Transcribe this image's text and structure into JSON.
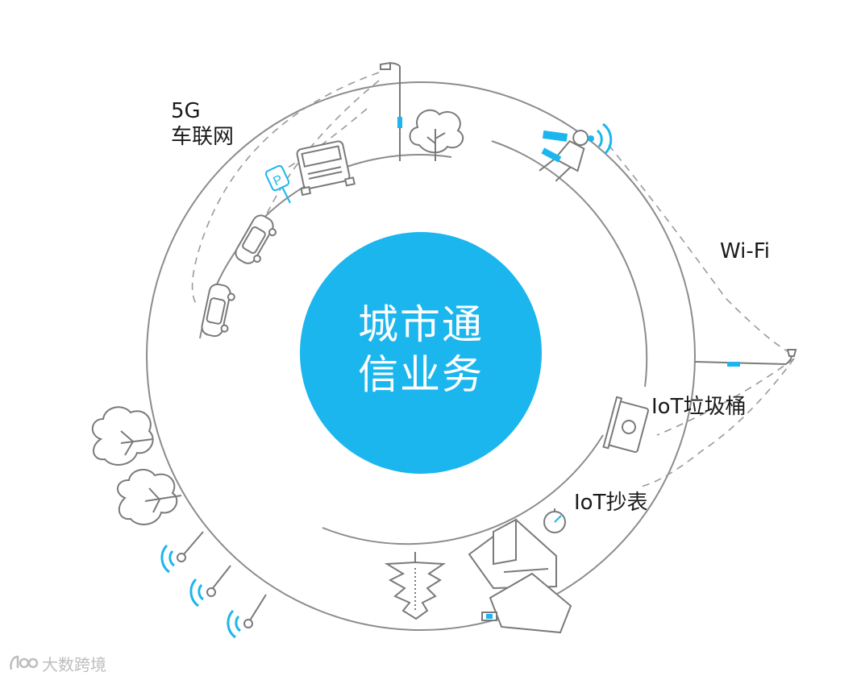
{
  "diagram": {
    "center_title_line1": "城市通",
    "center_title_line2": "信业务",
    "labels": {
      "fiveg_line1": "5G",
      "fiveg_line2": "车联网",
      "wifi": "Wi-Fi",
      "iot_trash": "IoT垃圾桶",
      "iot_meter": "IoT抄表"
    },
    "watermark": "大数跨境",
    "colors": {
      "accent_blue": "#1cb6ee",
      "line_gray": "#8c8c8c",
      "dash_gray": "#9a9a9a",
      "text": "#1a1a1a"
    }
  }
}
